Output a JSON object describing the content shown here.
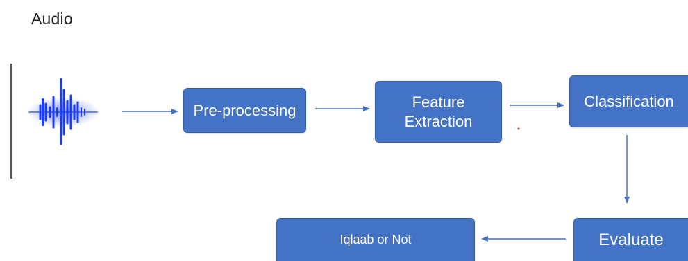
{
  "title": "Audio",
  "nodes": {
    "preprocessing": "Pre-processing",
    "feature_line1": "Feature",
    "feature_line2": "Extraction",
    "classification": "Classification",
    "evaluate": "Evaluate",
    "output": "Iqlaab or Not"
  },
  "colors": {
    "box_fill": "#4472c4",
    "box_border": "#365e9e",
    "arrow": "#4472c4",
    "waveform": "#1a3cff"
  }
}
